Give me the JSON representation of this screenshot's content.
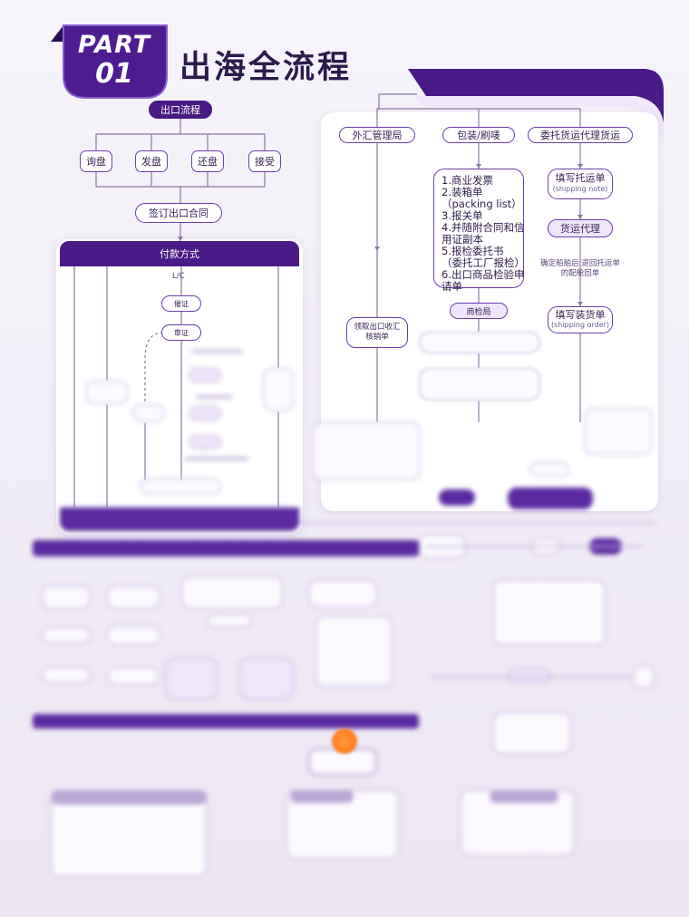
{
  "header": {
    "badge_part": "PART",
    "badge_number": "01",
    "title": "出海全流程"
  },
  "export_flow": {
    "root": "出口流程",
    "steps": [
      "询盘",
      "发盘",
      "还盘",
      "接受"
    ],
    "contract": "签订出口合同",
    "payment_band": "付款方式",
    "lc_label": "L/C",
    "lc_nodes": [
      "催证",
      "审证"
    ]
  },
  "right_flow": {
    "branches": [
      "外汇管理局",
      "包装/刷唛",
      "委托货运代理货运"
    ],
    "documents": [
      "1.商业发票",
      "2.装箱单",
      "（packing list）",
      "3.报关单",
      "4.并随附合同和信",
      "用证副本",
      "5.报检委托书",
      "（委托工厂报检）",
      "6.出口商品检验申",
      "请单"
    ],
    "forex_node": "领取出口收汇核销单",
    "inspection": "商检局",
    "shipping_note": {
      "title": "填写托运单",
      "sub": "(shipping note)"
    },
    "forwarder": "货运代理",
    "forwarder_note": "确定船舶后 退回托运单的配舱回单",
    "shipping_order": {
      "title": "填写装货单",
      "sub": "(shipping order)"
    }
  },
  "colors": {
    "primary": "#4a1a86",
    "accent": "#6a3fa8",
    "highlight": "#ff7a1a"
  }
}
